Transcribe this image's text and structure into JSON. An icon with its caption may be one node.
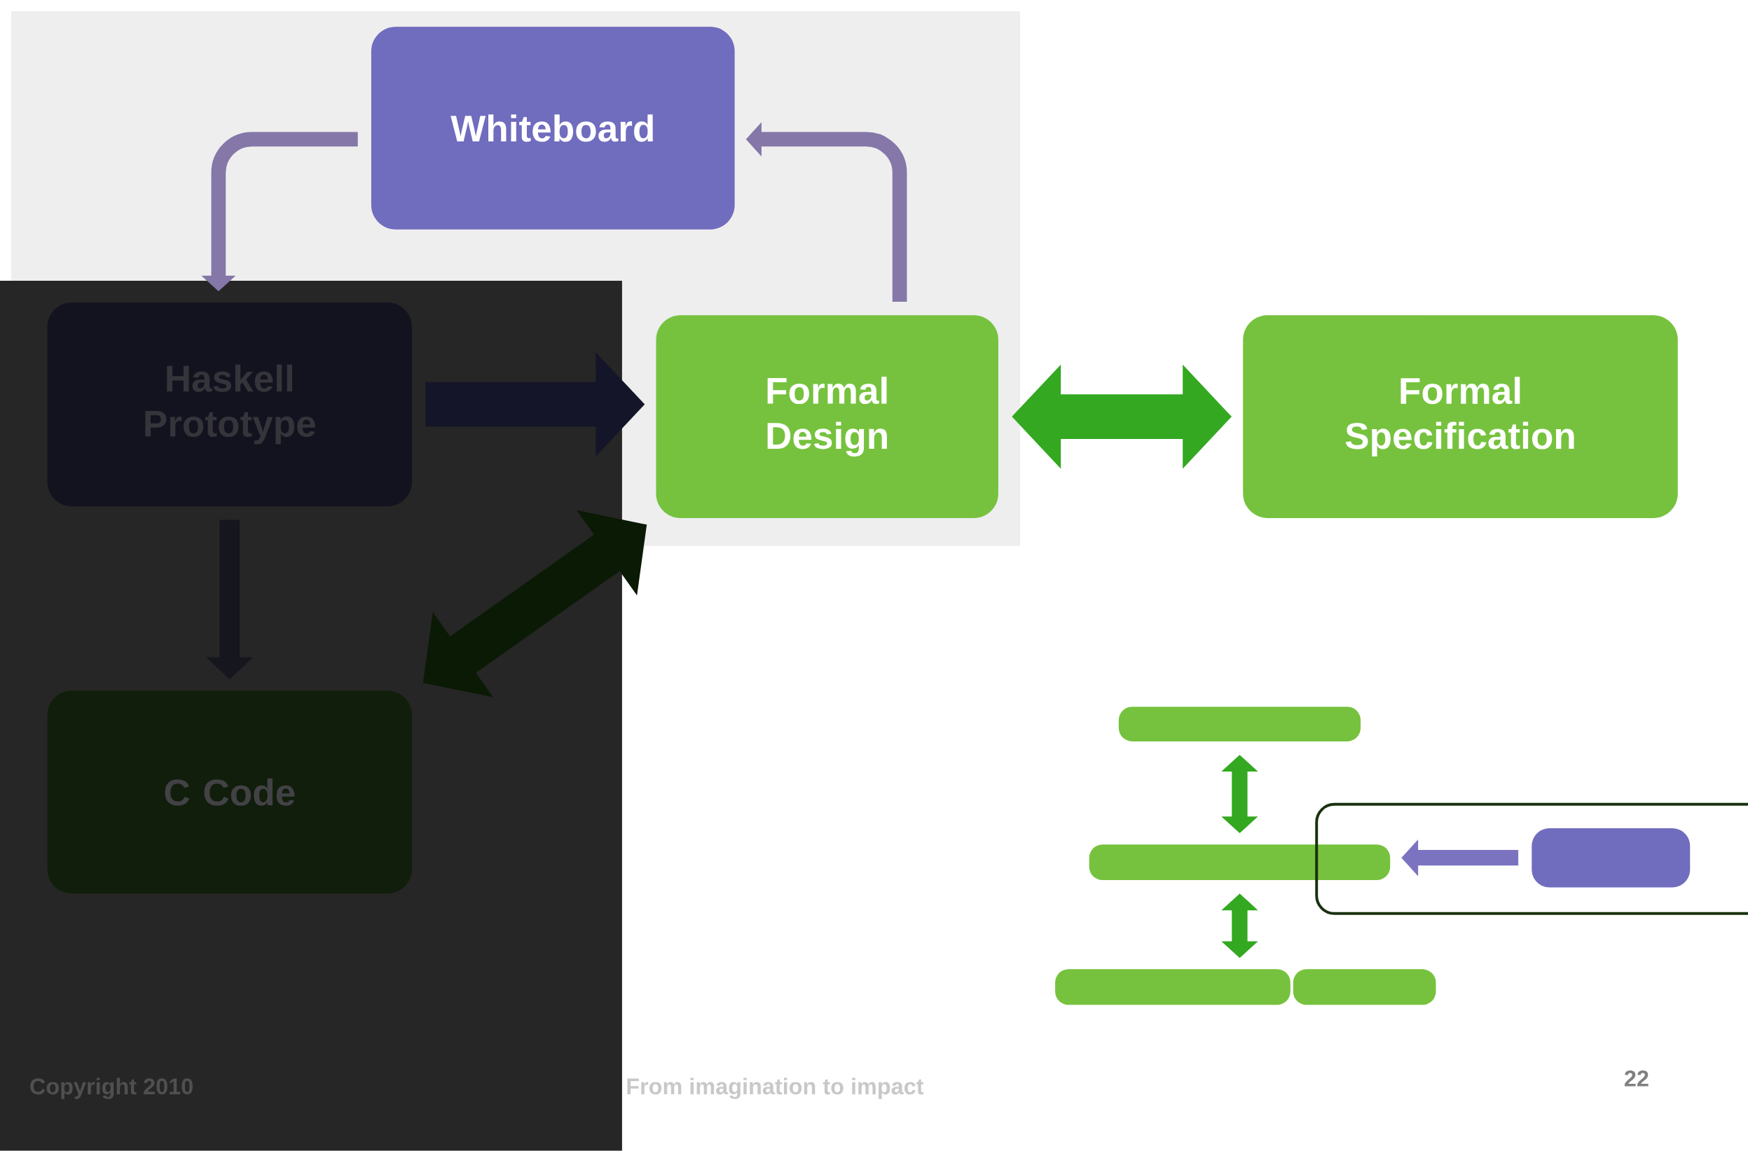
{
  "diagram": {
    "nodes": [
      {
        "text": [
          "Whiteboard"
        ]
      },
      {
        "text": [
          "Haskell Prototype"
        ]
      },
      {
        "text": [
          "Formal Design"
        ]
      },
      {
        "text": [
          "Formal Specification"
        ]
      },
      {
        "text": [
          "C Code"
        ]
      },
      {
        "text": [],
        "shape": "bar"
      },
      {
        "text": [],
        "shape": "bar"
      },
      {
        "text": [],
        "shape": "bar"
      },
      {
        "text": [],
        "shape": "bar"
      },
      {
        "text": [],
        "shape": "box"
      },
      {
        "text": [],
        "shape": "box",
        "in": 9
      }
    ],
    "edges": [
      {
        "from": 0,
        "to": 1,
        "arrow": "to",
        "color": "#8577a8"
      },
      {
        "from": 2,
        "to": 0,
        "arrow": "to",
        "color": "#8577a8"
      },
      {
        "from": 1,
        "to": 2,
        "arrow": "to",
        "style": "thick",
        "color": "#15152a"
      },
      {
        "from": 1,
        "to": 4,
        "arrow": "to",
        "color": "#16161f"
      },
      {
        "from": 2,
        "to": 3,
        "arrow": "both",
        "style": "thick",
        "color": "#33a820"
      },
      {
        "from": 4,
        "to": 2,
        "arrow": "both",
        "style": "thick",
        "color": "#0a1a05"
      },
      {
        "from": 5,
        "to": 6,
        "arrow": "both",
        "color": "#33a820"
      },
      {
        "from": 6,
        "to": 7,
        "arrow": "both",
        "color": "#33a820"
      },
      {
        "from": 10,
        "to": 6,
        "arrow": "to",
        "color": "#7b73c0"
      }
    ],
    "labels": [
      "Copyright 2010",
      "From imagination to impact",
      "22"
    ]
  }
}
